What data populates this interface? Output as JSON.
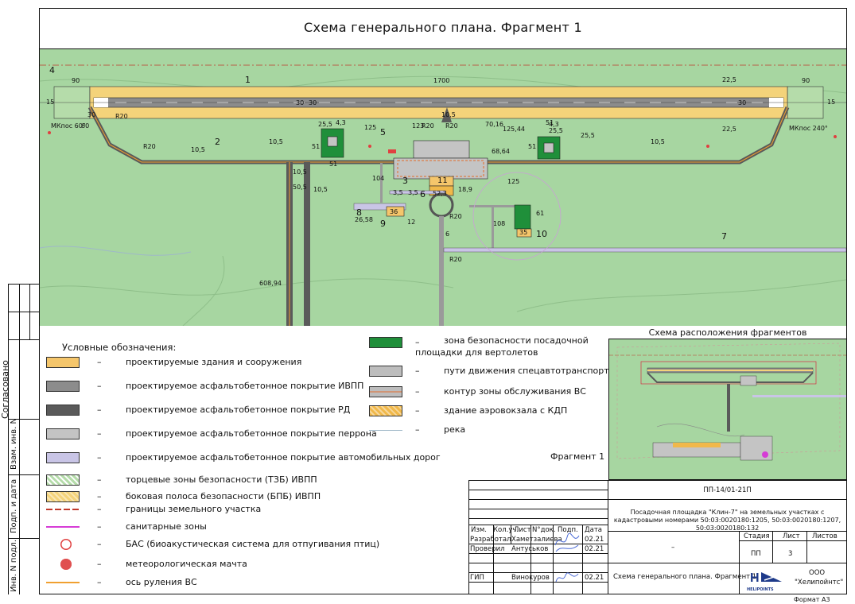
{
  "title": "Схема генерального плана. Фрагмент 1",
  "plan": {
    "labels": {
      "n1": "1",
      "n2": "2",
      "n3": "3",
      "n4": "4",
      "n5": "5",
      "n6": "6",
      "n7": "7",
      "n8": "8",
      "n9": "9",
      "n10": "10",
      "n11": "11",
      "d1700": "1700",
      "d90a": "90",
      "d90b": "90",
      "d15a": "15",
      "d15b": "15",
      "d22_5a": "22,5",
      "d22_5b": "22,5",
      "d60": "60",
      "d30a": "30",
      "d30b": "30",
      "d30c": "30",
      "d30d": "30",
      "d10_5a": "10,5",
      "d10_5b": "10,5",
      "d10_5c": "10,5",
      "d10_5d": "10,5",
      "d10_5e": "10,5",
      "d10_5f": "10,5",
      "d50_5": "50,5",
      "d25_5a": "25,5",
      "d25_5b": "25,5",
      "d25_5c": "25,5",
      "d4_3a": "4,3",
      "d4_3b": "4,3",
      "d125a": "125",
      "d125b": "125",
      "d125_44": "125,44",
      "d123": "123",
      "d51a": "51",
      "d51b": "51",
      "d51c": "51",
      "d51d": "51",
      "d70_16": "70,16",
      "d68_64": "68,64",
      "d104": "104",
      "d3_5a": "3,5",
      "d3_5b": "3,5",
      "d52_3": "52,3",
      "d18_9": "18,9",
      "d36": "36",
      "d26_58": "26,58",
      "d12": "12",
      "d108": "108",
      "d35": "35",
      "d61": "61",
      "d6": "6",
      "d608_94": "608,94",
      "r20a": "R20",
      "r20b": "R20",
      "r20c": "R20",
      "r20d": "R20",
      "r20e": "R20",
      "r20f": "R20",
      "mk_left": "МКпос 60°",
      "mk_right": "МКпос 240°"
    }
  },
  "legend": {
    "title": "Условные обозначения:",
    "dash": "–",
    "left_items": [
      {
        "text": "проектируемые здания и сооружения",
        "swatch": "#f5c66b"
      },
      {
        "text": "проектируемое асфальтобетонное покрытие ИВПП",
        "swatch": "#8c8c8c"
      },
      {
        "text": "проектируемое асфальтобетонное покрытие РД",
        "swatch": "#5a5a5a"
      },
      {
        "text": "проектируемое асфальтобетонное покрытие перрона",
        "swatch": "#c4c4c4"
      },
      {
        "text": "проектируемое асфальтобетонное покрытие автомобильных дорог",
        "swatch": "#c9c5e6"
      },
      {
        "text": "торцевые зоны безопасности (ТЗБ) ИВПП",
        "swatch": "#b5dcaa"
      },
      {
        "text": "боковая полоса безопасности (БПБ) ИВПП",
        "swatch": "#f4d37a"
      },
      {
        "text": "границы земельного участка",
        "swatch": "#c0392b"
      },
      {
        "text": "санитарные зоны",
        "swatch": "#d63cd6"
      },
      {
        "text": "БАС (биоакустическая система для отпугивания птиц)",
        "swatch": "#e04040"
      },
      {
        "text": "метеорологическая мачта",
        "swatch": "#e05050"
      },
      {
        "text": "ось руления ВС",
        "swatch": "#f0a030"
      }
    ],
    "right_items": [
      {
        "text": "зона безопасности посадочной площадки для вертолетов",
        "swatch": "#1f8f3a"
      },
      {
        "text": "пути движения спецавтотранспорта",
        "swatch": "#bdbdbd"
      },
      {
        "text": "контур зоны обслуживания ВС",
        "swatch": "#bdbdbd"
      },
      {
        "text": "здание аэровокзала с КДП",
        "swatch": "#f0b84a"
      },
      {
        "text": "река",
        "swatch": "#9fb8c8"
      }
    ]
  },
  "mini_map": {
    "title": "Схема расположения фрагментов",
    "fragment_label": "Фрагмент 1"
  },
  "side_stamp": {
    "agreed": "Согласовано",
    "replace_inv": "Взам. инв. N",
    "sign_date": "Подп. и дата",
    "inv_orig": "Инв. N подл."
  },
  "title_block": {
    "code": "ПП-14/01-21П",
    "project": "Посадочная площадка \"Клин-7\" на земельных участках с кадастровыми номерами 50:03:0020180:1205, 50:03:0020180:1207, 50:03:0020180:132",
    "headers": [
      "Изм.",
      "Кол.уч.",
      "Лист",
      "N°док.",
      "Подп.",
      "Дата"
    ],
    "rows": [
      {
        "role": "Разработал",
        "name": "Хаметзалиева",
        "date": "02.21"
      },
      {
        "role": "Проверил",
        "name": "Антуськов",
        "date": "02.21"
      },
      {
        "role": "ГИП",
        "name": "Винокуров",
        "date": "02.21"
      }
    ],
    "dash": "–",
    "stage_header": "Стадия",
    "sheet_header": "Лист",
    "sheets_header": "Листов",
    "stage": "ПП",
    "sheet": "3",
    "sheets": "",
    "drawing_title": "Схема генерального плана. Фрагмент 1",
    "company_prefix": "ООО",
    "company": "\"Хелипойнтс\"",
    "logo_text": "HELIPOINTS"
  },
  "format": "Формат А3"
}
